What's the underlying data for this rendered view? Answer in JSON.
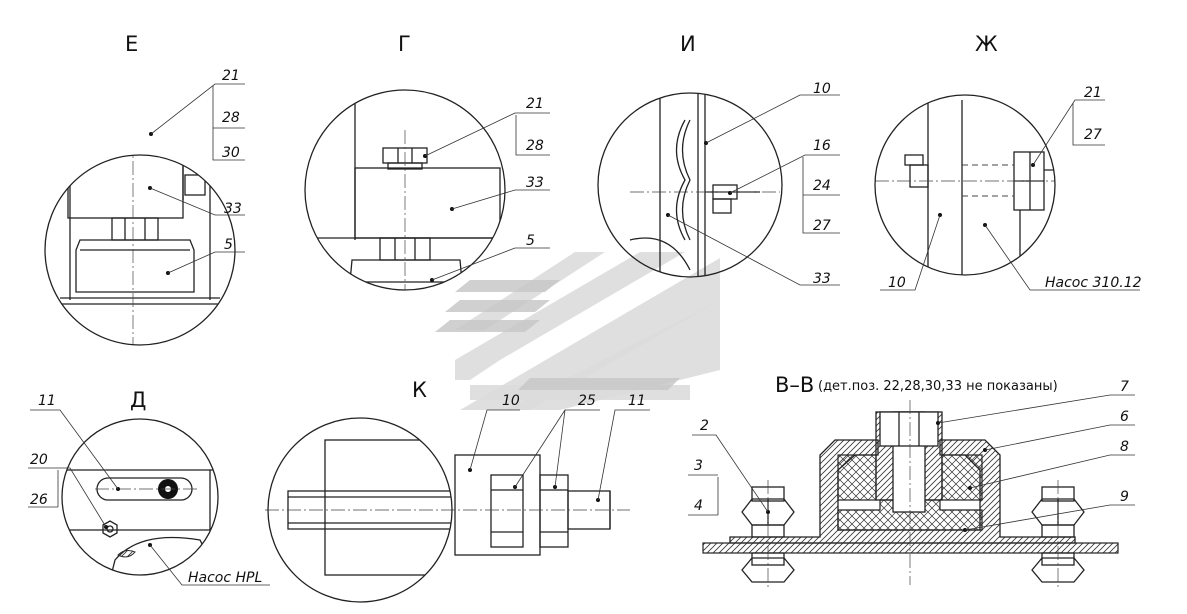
{
  "views": {
    "E": "Е",
    "G": "Г",
    "I": "И",
    "ZH": "Ж",
    "D": "Д",
    "K": "К",
    "VV": "В–В",
    "VV_note": "(дет.поз. 22,28,30,33 не показаны)"
  },
  "labels": {
    "e_21": "21",
    "e_28": "28",
    "e_30": "30",
    "e_33": "33",
    "e_5": "5",
    "g_21": "21",
    "g_28": "28",
    "g_33": "33",
    "g_5": "5",
    "i_10": "10",
    "i_16": "16",
    "i_24": "24",
    "i_27": "27",
    "i_33": "33",
    "zh_21": "21",
    "zh_27": "27",
    "zh_10": "10",
    "zh_pump": "Насос 310.12",
    "d_11": "11",
    "d_20": "20",
    "d_26": "26",
    "d_pump": "Насос HPL",
    "k_10": "10",
    "k_25": "25",
    "k_11": "11",
    "vv_2": "2",
    "vv_3": "3",
    "vv_4": "4",
    "vv_7": "7",
    "vv_6": "6",
    "vv_8": "8",
    "vv_9": "9"
  },
  "colors": {
    "line": "#222222",
    "watermark": "#c8c8c8"
  }
}
